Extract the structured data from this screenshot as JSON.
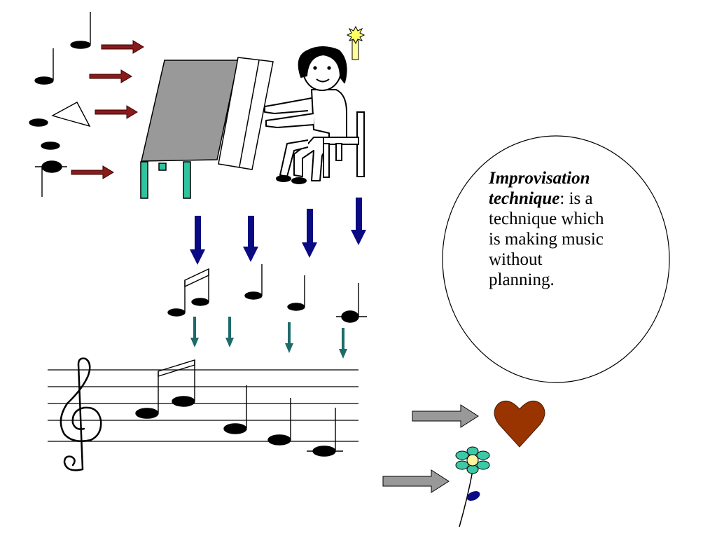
{
  "definition": {
    "term_line1": "Improvisation",
    "term_line2": "technique",
    "separator": ": ",
    "body_line1": "is a",
    "body_line2": "technique which",
    "body_line3": "is making music",
    "body_line4": "without",
    "body_line5": "planning."
  },
  "colors": {
    "ink": "#000000",
    "input_arrow": "#8b1a1a",
    "piano_top": "#999999",
    "piano_leg": "#2fc3a0",
    "down_arrow": "#0a0a82",
    "small_arrow": "#1e6b6b",
    "gray_arrow": "#999999",
    "heart": "#993300",
    "flower_petal": "#3cc9a6",
    "flower_center": "#fff5a0",
    "candle": "#ffff99"
  },
  "icons": {
    "heart": "heart-icon",
    "flower": "flower-icon",
    "candle": "candle-icon",
    "treble_clef": "treble-clef-icon"
  }
}
